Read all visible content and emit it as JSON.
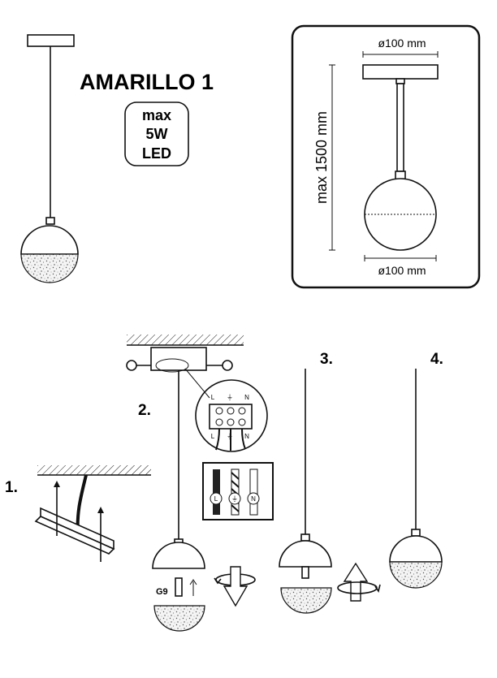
{
  "product": {
    "title": "AMARILLO 1",
    "spec_lines": [
      "max",
      "5W",
      "LED"
    ]
  },
  "dimensions": {
    "top_width": "ø100 mm",
    "bottom_width": "ø100 mm",
    "height": "max 1500 mm"
  },
  "steps": {
    "step1": "1.",
    "step2": "2.",
    "step3": "3.",
    "step4": "4."
  },
  "terminals": {
    "top": [
      "L",
      "⏚",
      "N"
    ],
    "bottom": [
      "L",
      "⏚",
      "N"
    ]
  },
  "wires": {
    "labels": [
      "L",
      "⏚",
      "N"
    ]
  },
  "bulb": {
    "label": "G9"
  },
  "icons": [
    "screw-icon",
    "rotate-arrow-icon",
    "down-arrow-icon",
    "up-arrow-icon",
    "ground-symbol-icon"
  ]
}
